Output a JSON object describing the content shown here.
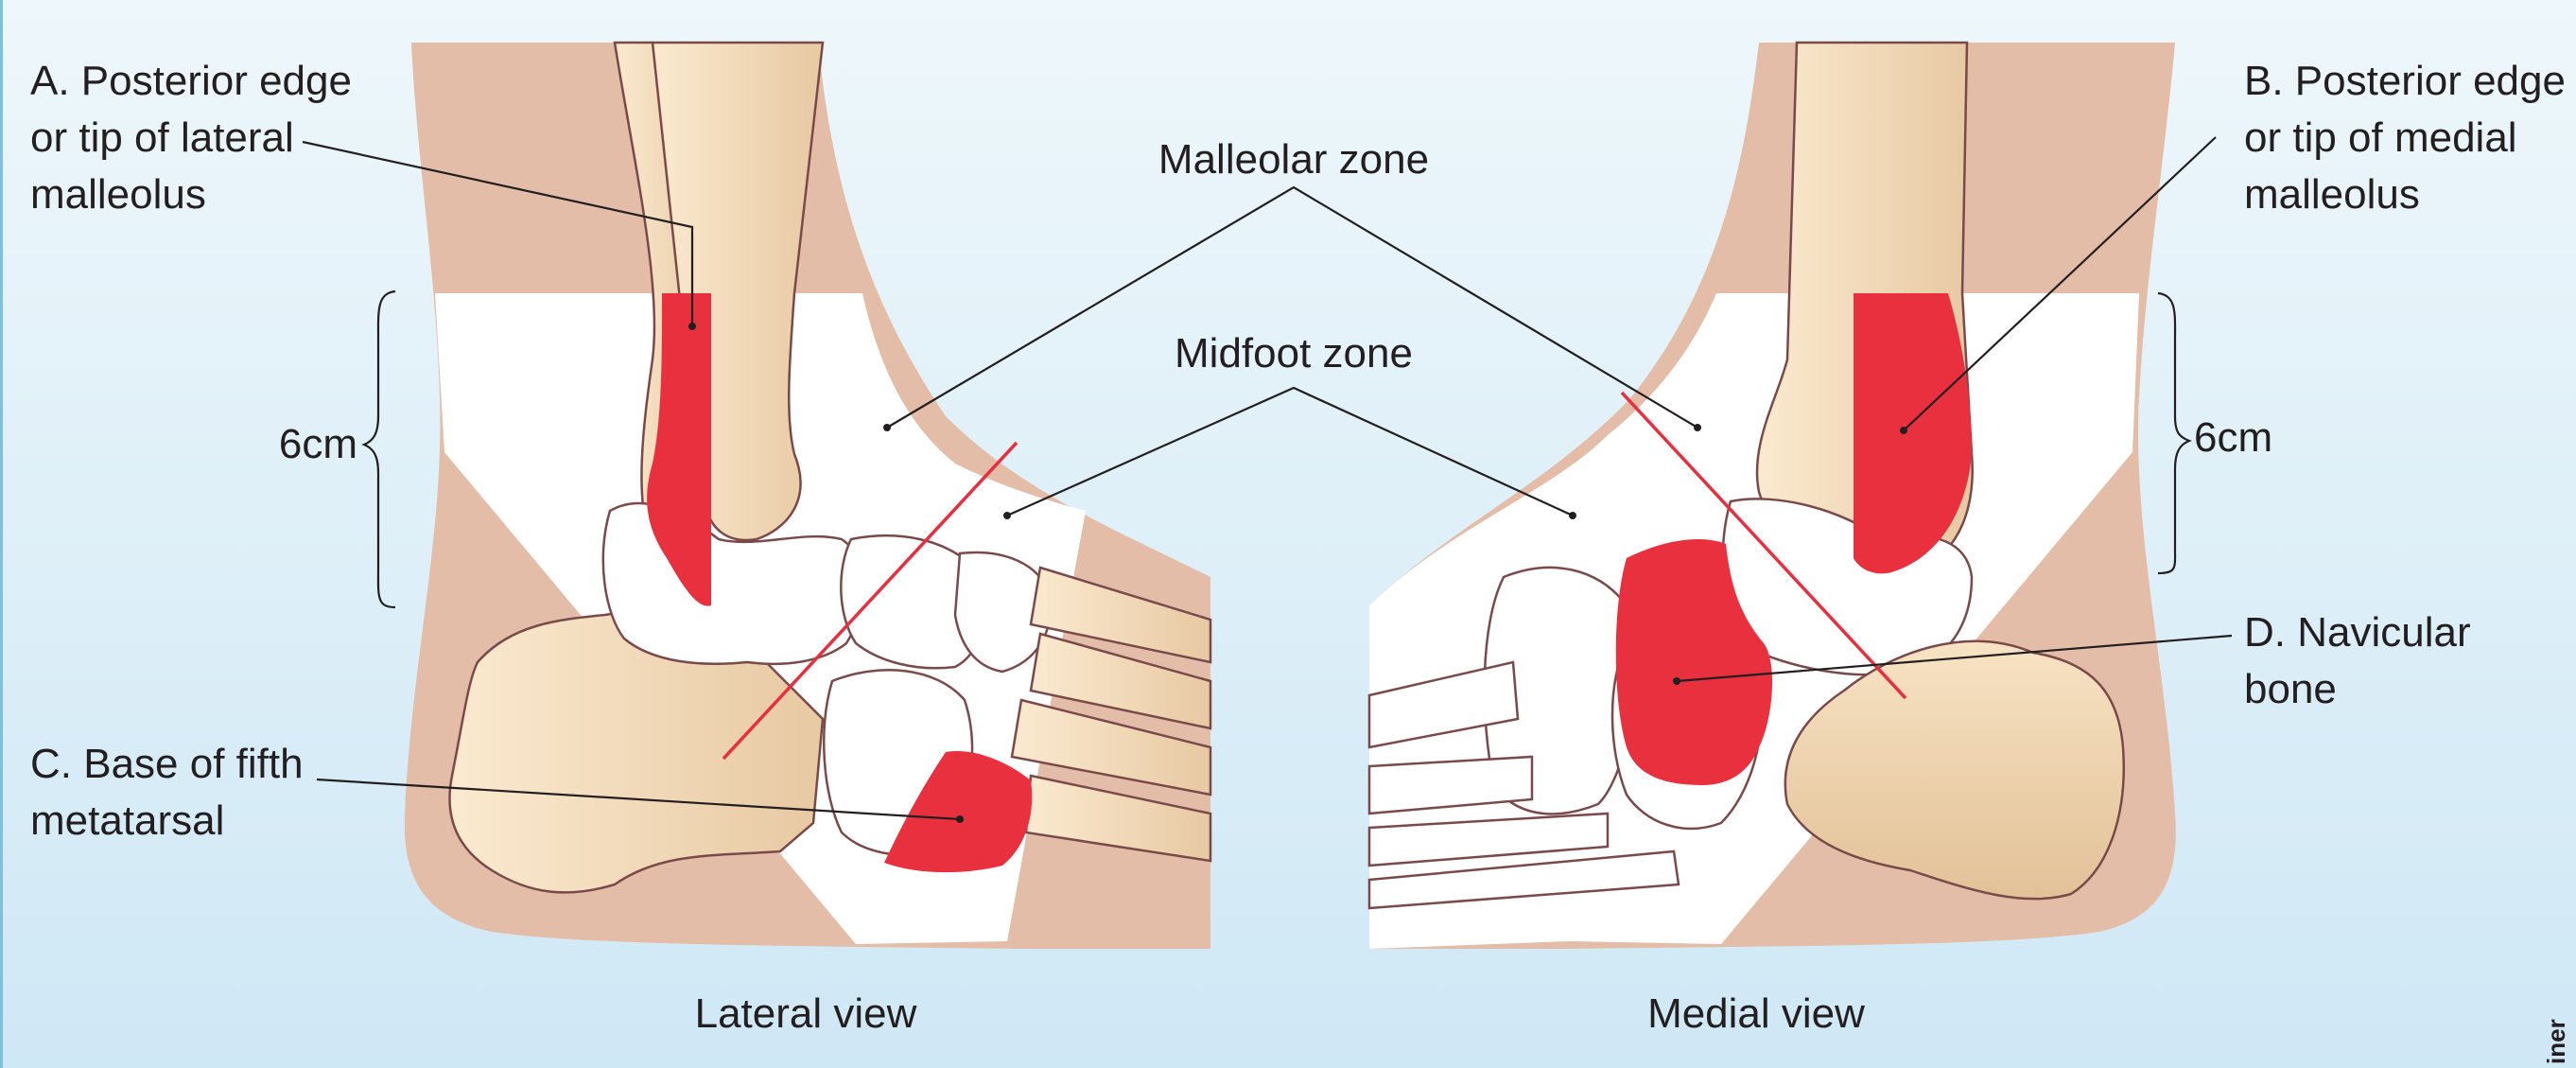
{
  "labels": {
    "a_line1": "A. Posterior edge",
    "a_line2": "or tip of lateral",
    "a_line3": "malleolus",
    "b_line1": "B. Posterior edge",
    "b_line2": "or tip of medial",
    "b_line3": "malleolus",
    "c_line1": "C. Base of fifth",
    "c_line2": "metatarsal",
    "d_line1": "D. Navicular",
    "d_line2": "bone",
    "malleolar_zone": "Malleolar zone",
    "midfoot_zone": "Midfoot zone",
    "left_measure": "6cm",
    "right_measure": "6cm",
    "lateral_view": "Lateral view",
    "medial_view": "Medial view",
    "credit": "iner"
  },
  "colors": {
    "background_top": "#eef7fb",
    "background_bottom": "#cfe8f5",
    "skin": "#e3bda7",
    "zone_red": "#e8303e",
    "bone_cream": "#f3dcb8",
    "outline": "#7a4a4a",
    "text": "#231f20"
  }
}
